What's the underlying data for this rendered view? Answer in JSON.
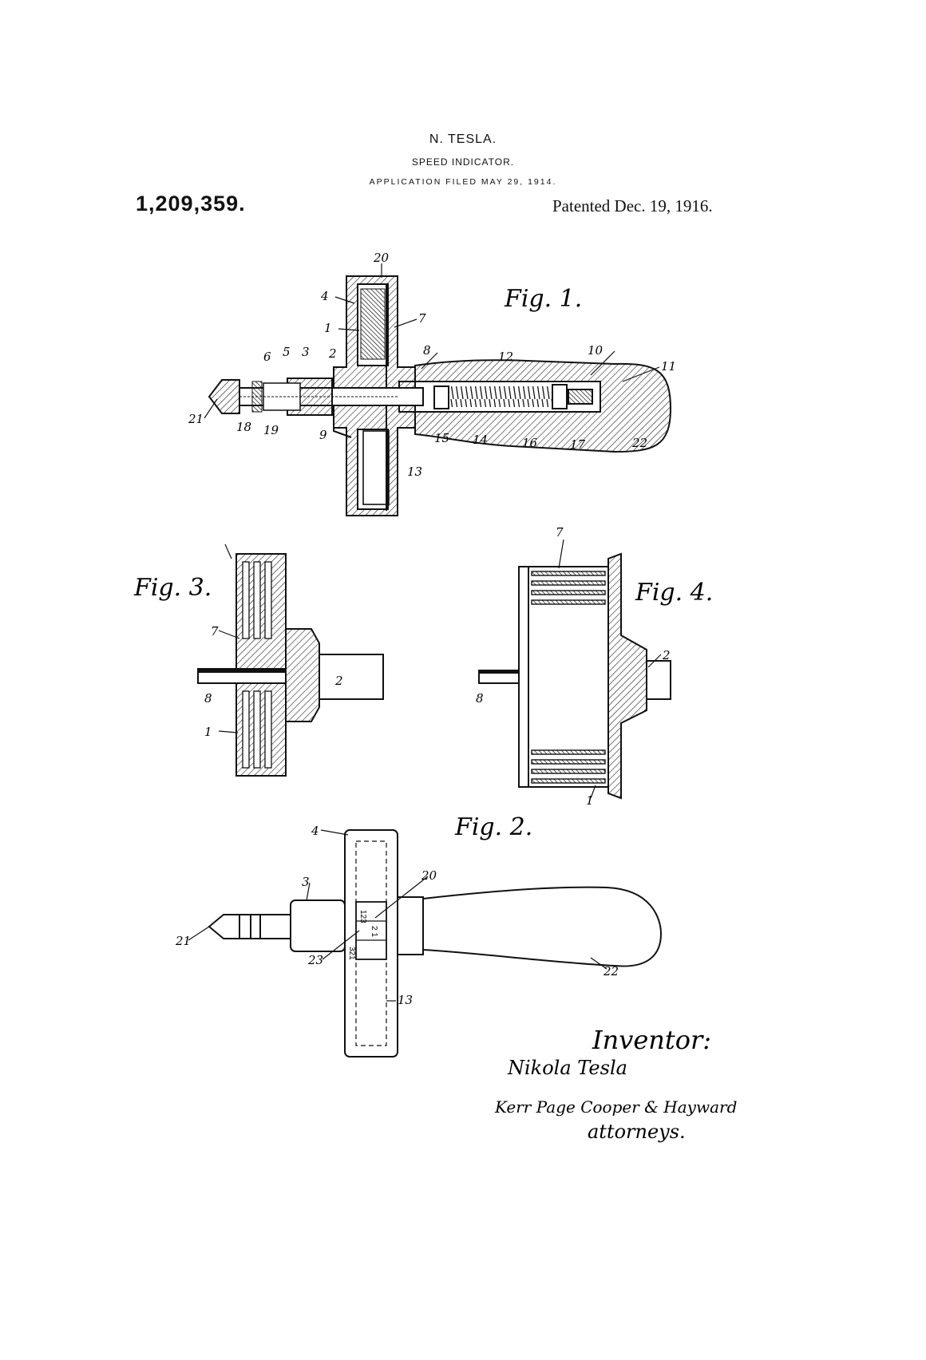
{
  "header": {
    "inventor": "N. TESLA.",
    "title": "SPEED INDICATOR.",
    "filing": "APPLICATION FILED MAY 29, 1914.",
    "patent_number": "1,209,359.",
    "patent_date": "Patented Dec. 19, 1916."
  },
  "figures": {
    "fig1": {
      "label": "Fig. 1.",
      "refs": [
        "20",
        "4",
        "1",
        "7",
        "6",
        "5",
        "3",
        "2",
        "8",
        "12",
        "10",
        "11",
        "21",
        "18",
        "19",
        "9",
        "15",
        "14",
        "16",
        "17",
        "22",
        "13"
      ]
    },
    "fig3": {
      "label": "Fig. 3.",
      "refs": [
        "7",
        "8",
        "2",
        "1"
      ]
    },
    "fig4": {
      "label": "Fig. 4.",
      "refs": [
        "7",
        "8",
        "2",
        "1"
      ]
    },
    "fig2": {
      "label": "Fig. 2.",
      "refs": [
        "4",
        "3",
        "20",
        "21",
        "23",
        "22",
        "13"
      ],
      "dial_top": "123",
      "dial_mid": "321",
      "dial_side": "2 1"
    }
  },
  "signature": {
    "inventor_label": "Inventor:",
    "inventor_signature": "Nikola Tesla",
    "attorney_signature": "Kerr Page Cooper & Hayward",
    "attorney_label": "attorneys."
  }
}
